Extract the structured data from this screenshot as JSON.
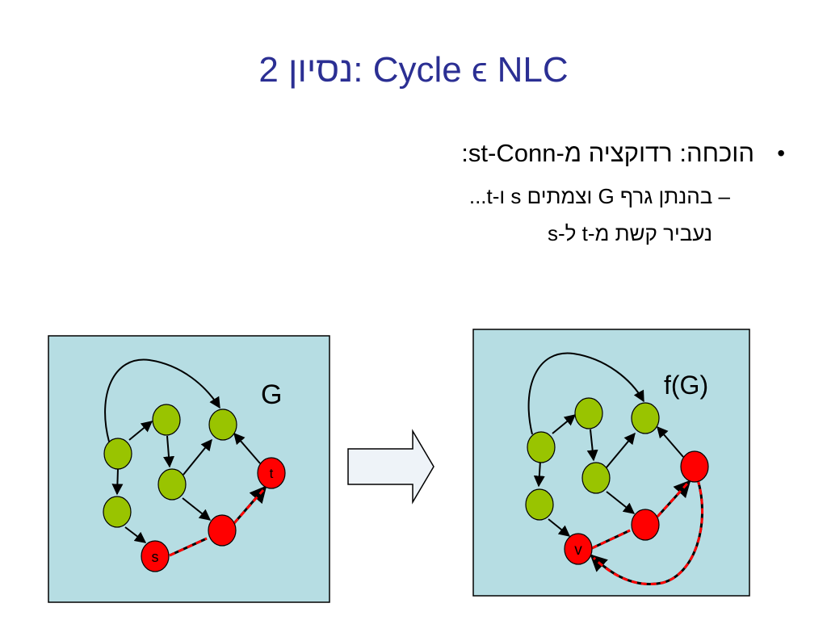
{
  "title": "נסיון 2: Cycle ϵ NLC",
  "bullets": {
    "main": "הוכחה: רדוקציה מ-st-Conn:",
    "sub1": "– בהנתן גרף G וצמתים s ו-t...",
    "sub2": "נעביר קשת מ-t ל-s"
  },
  "left_graph": {
    "label": "G",
    "node_s": "s",
    "node_t": "t"
  },
  "right_graph": {
    "label": "f(G)",
    "node_v": "v"
  },
  "colors": {
    "panel": "#b6dde3",
    "green": "#99c400",
    "red": "#ff0000",
    "title": "#2b2f93"
  }
}
